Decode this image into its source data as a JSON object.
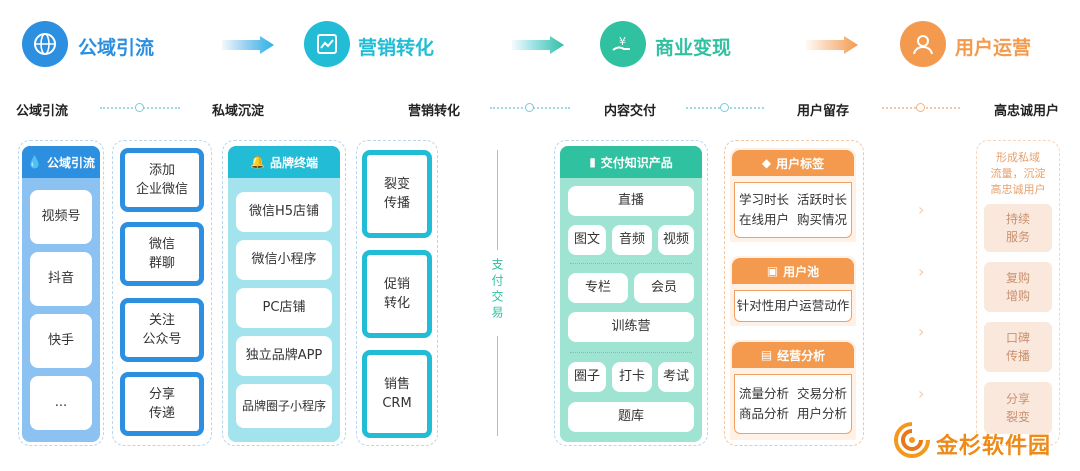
{
  "stages": [
    {
      "title": "公域引流",
      "icon": "globe-icon",
      "color": "#2c8fe0"
    },
    {
      "title": "营销转化",
      "icon": "chart-icon",
      "color": "#22bcd6"
    },
    {
      "title": "商业变现",
      "icon": "money-hand-icon",
      "color": "#2fc1a0"
    },
    {
      "title": "用户运营",
      "icon": "user-icon",
      "color": "#f39a4e"
    }
  ],
  "flow": [
    "公域引流",
    "私域沉淀",
    "营销转化",
    "内容交付",
    "用户留存",
    "高忠诚用户"
  ],
  "col_public": {
    "title": "公域引流",
    "items": [
      "视频号",
      "抖音",
      "快手",
      "..."
    ]
  },
  "col_private": {
    "items": [
      "添加\n企业微信",
      "微信\n群聊",
      "关注\n公众号",
      "分享\n传递"
    ]
  },
  "col_brand": {
    "title": "品牌终端",
    "items": [
      "微信H5店铺",
      "微信小程序",
      "PC店铺",
      "独立品牌APP",
      "品牌圈子小程序"
    ]
  },
  "col_marketing": {
    "items": [
      "裂变\n传播",
      "促销\n转化",
      "销售\nCRM"
    ]
  },
  "pay_label": "支付交易",
  "col_delivery": {
    "title": "交付知识产品",
    "rows": [
      [
        "直播"
      ],
      [
        "图文",
        "音频",
        "视频"
      ],
      [
        "专栏",
        "会员"
      ],
      [
        "训练营"
      ],
      [
        "圈子",
        "打卡",
        "考试"
      ],
      [
        "题库"
      ]
    ]
  },
  "col_user": {
    "tags": {
      "title": "用户标签",
      "text": "学习时长  活跃时长\n在线用户  购买情况"
    },
    "pool": {
      "title": "用户池",
      "text": "针对性用户运营动作"
    },
    "analysis": {
      "title": "经营分析",
      "text": "流量分析  交易分析\n商品分析  用户分析"
    }
  },
  "col_loyal": {
    "intro": "形成私域\n流量，沉淀\n高忠诚用户",
    "items": [
      "持续\n服务",
      "复购\n增购",
      "口碑\n传播",
      "分享\n裂变"
    ]
  },
  "watermark": "金杉软件园"
}
